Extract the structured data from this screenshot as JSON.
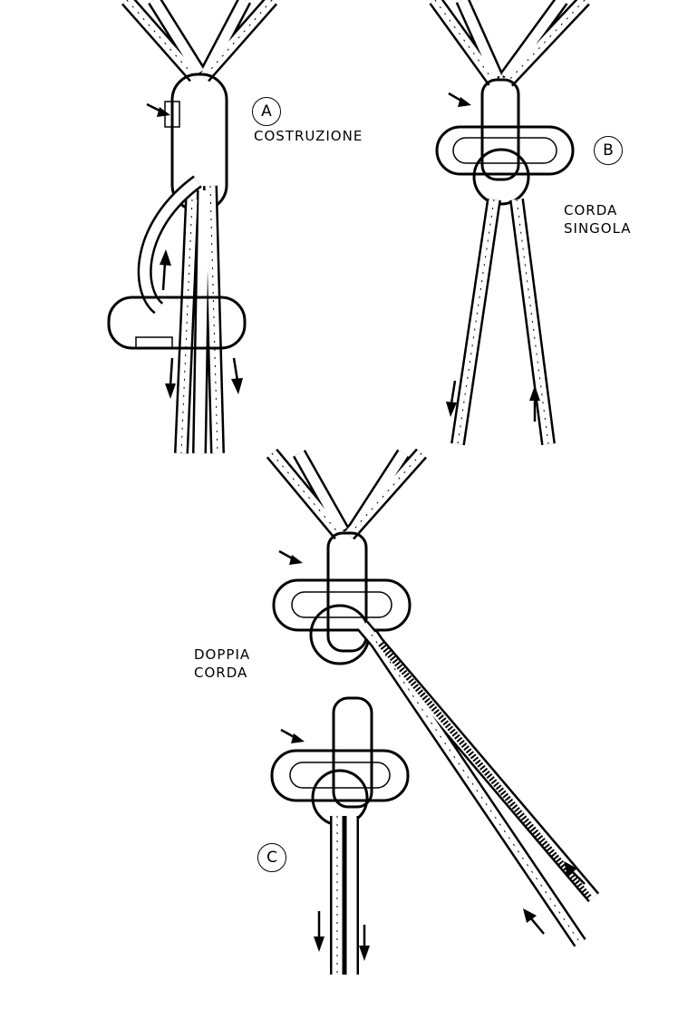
{
  "figures": {
    "a": {
      "letter": "A",
      "caption": "COSTRUZIONE"
    },
    "b": {
      "letter": "B",
      "caption": "CORDA\nSINGOLA"
    },
    "c": {
      "letter": "C",
      "caption": "DOPPIA\nCORDA"
    }
  },
  "colors": {
    "ink": "#000000",
    "paper": "#ffffff"
  }
}
